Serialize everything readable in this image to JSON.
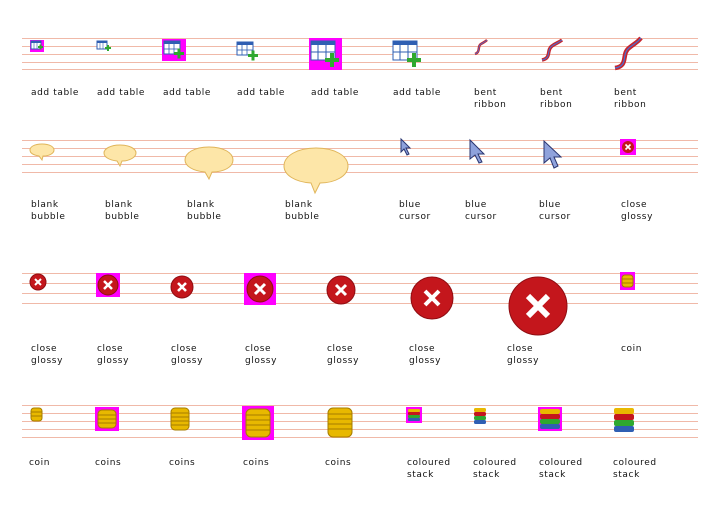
{
  "rows": [
    {
      "items": [
        {
          "icon": "add-table-icon",
          "label1": "add table",
          "label2": ""
        },
        {
          "icon": "add-table-icon",
          "label1": "add table",
          "label2": ""
        },
        {
          "icon": "add-table-icon",
          "label1": "add table",
          "label2": ""
        },
        {
          "icon": "add-table-icon",
          "label1": "add table",
          "label2": ""
        },
        {
          "icon": "add-table-icon",
          "label1": "add table",
          "label2": ""
        },
        {
          "icon": "add-table-icon",
          "label1": "add table",
          "label2": ""
        },
        {
          "icon": "bent-ribbon-icon",
          "label1": "bent",
          "label2": "ribbon"
        },
        {
          "icon": "bent-ribbon-icon",
          "label1": "bent",
          "label2": "ribbon"
        },
        {
          "icon": "bent-ribbon-icon",
          "label1": "bent",
          "label2": "ribbon"
        }
      ]
    },
    {
      "items": [
        {
          "icon": "blank-bubble-icon",
          "label1": "blank",
          "label2": "bubble"
        },
        {
          "icon": "blank-bubble-icon",
          "label1": "blank",
          "label2": "bubble"
        },
        {
          "icon": "blank-bubble-icon",
          "label1": "blank",
          "label2": "bubble"
        },
        {
          "icon": "blank-bubble-icon",
          "label1": "blank",
          "label2": "bubble"
        },
        {
          "icon": "blue-cursor-icon",
          "label1": "blue",
          "label2": "cursor"
        },
        {
          "icon": "blue-cursor-icon",
          "label1": "blue",
          "label2": "cursor"
        },
        {
          "icon": "blue-cursor-icon",
          "label1": "blue",
          "label2": "cursor"
        },
        {
          "icon": "close-glossy-icon",
          "label1": "close",
          "label2": "glossy"
        }
      ]
    },
    {
      "items": [
        {
          "icon": "close-glossy-icon",
          "label1": "close",
          "label2": "glossy"
        },
        {
          "icon": "close-glossy-icon",
          "label1": "close",
          "label2": "glossy"
        },
        {
          "icon": "close-glossy-icon",
          "label1": "close",
          "label2": "glossy"
        },
        {
          "icon": "close-glossy-icon",
          "label1": "close",
          "label2": "glossy"
        },
        {
          "icon": "close-glossy-icon",
          "label1": "close",
          "label2": "glossy"
        },
        {
          "icon": "close-glossy-icon",
          "label1": "close",
          "label2": "glossy"
        },
        {
          "icon": "close-glossy-icon",
          "label1": "close",
          "label2": "glossy"
        },
        {
          "icon": "coin-icon",
          "label1": "coin",
          "label2": ""
        }
      ]
    },
    {
      "items": [
        {
          "icon": "coin-icon",
          "label1": "coin",
          "label2": ""
        },
        {
          "icon": "coins-icon",
          "label1": "coins",
          "label2": ""
        },
        {
          "icon": "coins-icon",
          "label1": "coins",
          "label2": ""
        },
        {
          "icon": "coins-icon",
          "label1": "coins",
          "label2": ""
        },
        {
          "icon": "coins-icon",
          "label1": "coins",
          "label2": ""
        },
        {
          "icon": "coloured-stack-icon",
          "label1": "coloured",
          "label2": "stack"
        },
        {
          "icon": "coloured-stack-icon",
          "label1": "coloured",
          "label2": "stack"
        },
        {
          "icon": "coloured-stack-icon",
          "label1": "coloured",
          "label2": "stack"
        },
        {
          "icon": "coloured-stack-icon",
          "label1": "coloured",
          "label2": "stack"
        }
      ]
    }
  ],
  "colors": {
    "guide_line": "#f0b9a8",
    "icon_mask": "#ff00ff",
    "table_blue": "#2f5fb3",
    "plus_green": "#2fa82f",
    "ribbon_red": "#c8242b",
    "bubble_fill": "#fde6a8",
    "close_red": "#c4161c",
    "coin_gold": "#e8b800"
  }
}
